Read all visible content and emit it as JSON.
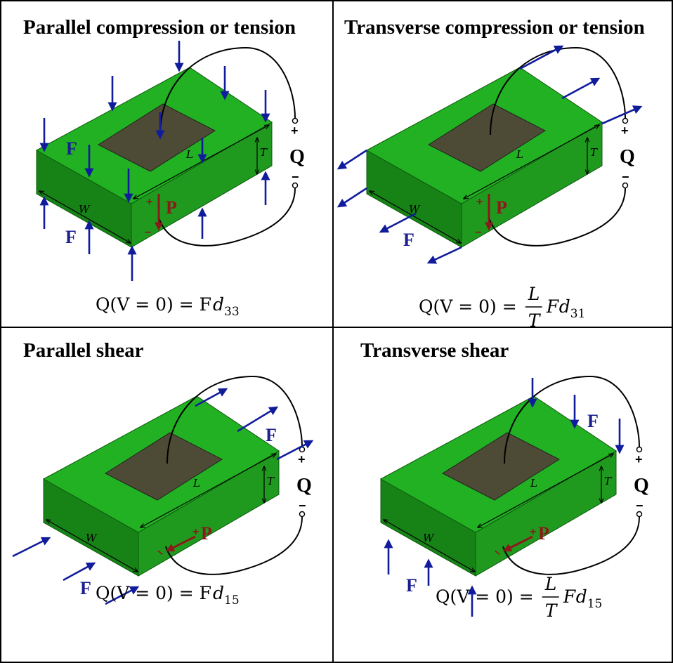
{
  "panels": [
    {
      "title": "Parallel compression or tension",
      "force_label": "F",
      "charge_label": "Q",
      "polarization_label": "P",
      "plus": "+",
      "minus": "−",
      "dims": {
        "L": "L",
        "T": "T",
        "W": "W"
      },
      "equation": {
        "lhs": "Q(V = 0) = F",
        "coef_var": "d",
        "coef_sub": "33",
        "frac_num": "",
        "frac_den": "",
        "mid_var": ""
      }
    },
    {
      "title": "Transverse compression or tension",
      "force_label": "F",
      "charge_label": "Q",
      "polarization_label": "P",
      "plus": "+",
      "minus": "−",
      "dims": {
        "L": "L",
        "T": "T",
        "W": "W"
      },
      "equation": {
        "lhs": "Q(V = 0) =",
        "coef_var": "d",
        "coef_sub": "31",
        "frac_num": "L",
        "frac_den": "T",
        "mid_var": "F"
      }
    },
    {
      "title": "Parallel shear",
      "force_label": "F",
      "charge_label": "Q",
      "polarization_label": "P",
      "plus": "+",
      "minus": "−",
      "dims": {
        "L": "L",
        "T": "T",
        "W": "W"
      },
      "equation": {
        "lhs": "Q(V = 0) = F",
        "coef_var": "d",
        "coef_sub": "15",
        "frac_num": "",
        "frac_den": "",
        "mid_var": ""
      }
    },
    {
      "title": "Transverse shear",
      "force_label": "F",
      "charge_label": "Q",
      "polarization_label": "P",
      "plus": "+",
      "minus": "−",
      "dims": {
        "L": "L",
        "T": "T",
        "W": "W"
      },
      "equation": {
        "lhs": "Q(V = 0) =",
        "coef_var": "d",
        "coef_sub": "15",
        "frac_num": "L",
        "frac_den": "T",
        "mid_var": "F"
      }
    }
  ],
  "colors": {
    "block_top": "#22b122",
    "block_front": "#1f9a1f",
    "block_side": "#178317",
    "electrode": "#4d4a35",
    "force_arrow": "#101c9c",
    "polarization": "#8b1a1a",
    "grid_line": "#000000"
  }
}
